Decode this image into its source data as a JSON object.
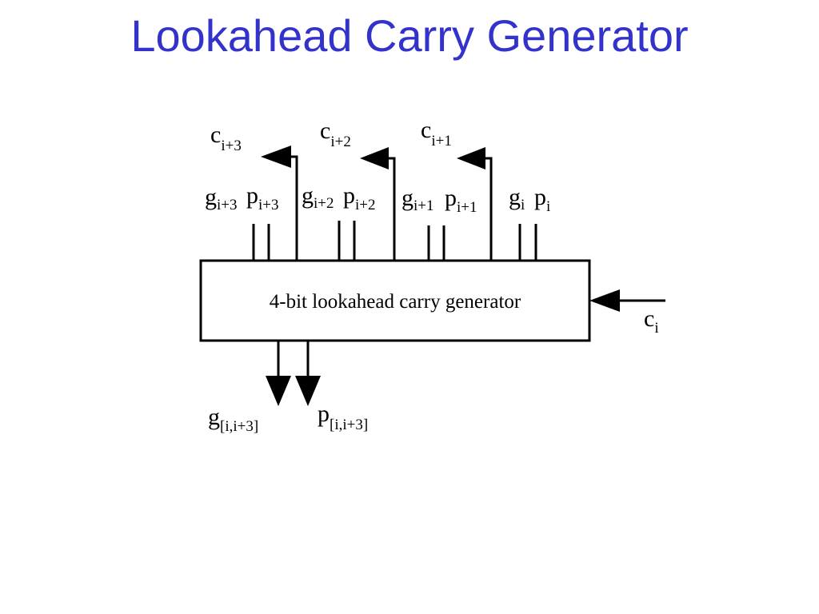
{
  "slide": {
    "title": "Lookahead Carry Generator",
    "title_color": "#3333cc"
  },
  "diagram": {
    "block_label": "4-bit lookahead carry generator",
    "carry_outputs": [
      {
        "base": "c",
        "sub": "i+3"
      },
      {
        "base": "c",
        "sub": "i+2"
      },
      {
        "base": "c",
        "sub": "i+1"
      }
    ],
    "inputs": [
      {
        "base": "g",
        "sub": "i+3"
      },
      {
        "base": "p",
        "sub": "i+3"
      },
      {
        "base": "g",
        "sub": "i+2"
      },
      {
        "base": "p",
        "sub": "i+2"
      },
      {
        "base": "g",
        "sub": "i+1"
      },
      {
        "base": "p",
        "sub": "i+1"
      },
      {
        "base": "g",
        "sub": "i"
      },
      {
        "base": "p",
        "sub": "i"
      }
    ],
    "carry_in": {
      "base": "c",
      "sub": "i"
    },
    "group_outputs": [
      {
        "base": "g",
        "sub": "[i,i+3]"
      },
      {
        "base": "p",
        "sub": "[i,i+3]"
      }
    ]
  }
}
